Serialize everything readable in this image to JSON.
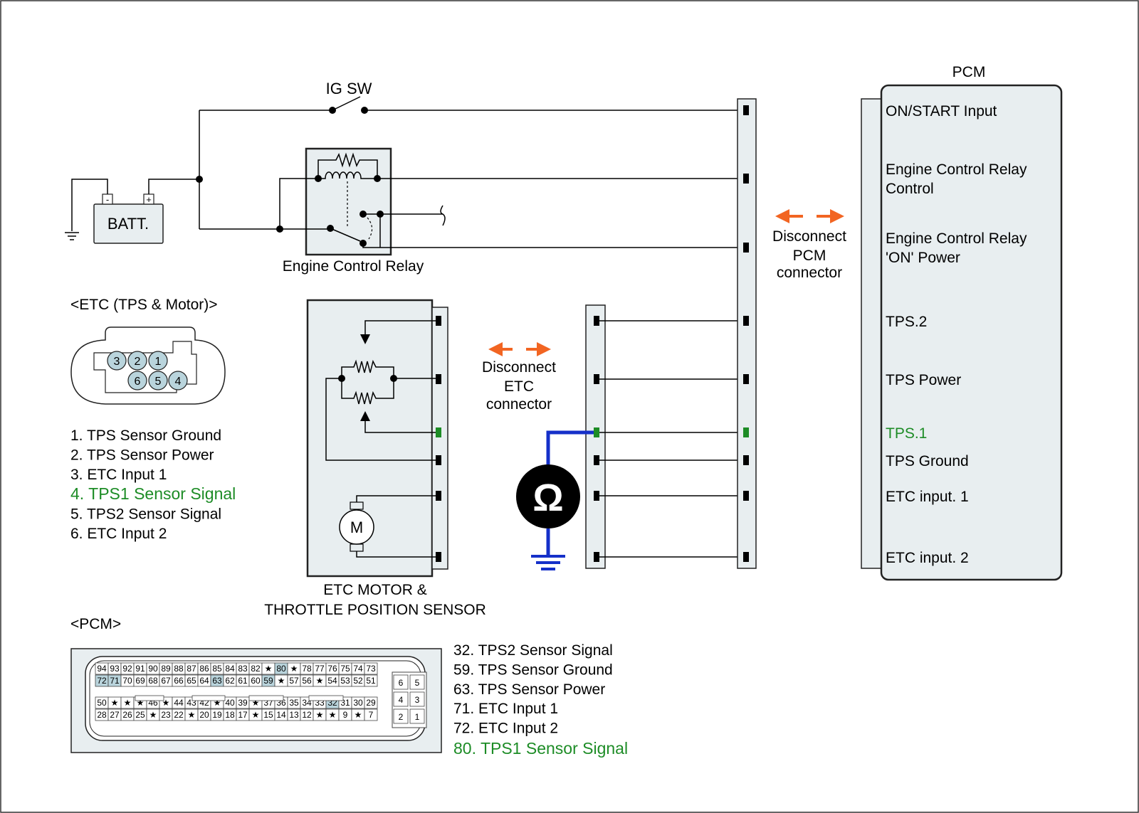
{
  "labels": {
    "ig_sw": "IG SW",
    "batt": "BATT.",
    "batt_minus": "-",
    "batt_plus": "+",
    "engine_control_relay": "Engine Control Relay",
    "pcm_title": "PCM",
    "etc_header": "<ETC (TPS & Motor)>",
    "etc_motor_line1": "ETC MOTOR &",
    "etc_motor_line2": "THROTTLE POSITION SENSOR",
    "motor_symbol": "M",
    "ohm_symbol": "Ω",
    "pcm_header": "<PCM>",
    "disconnect_pcm": [
      "Disconnect",
      "PCM",
      "connector"
    ],
    "disconnect_etc": [
      "Disconnect",
      "ETC",
      "connector"
    ]
  },
  "pcm_pins": [
    {
      "line1": "ON/START Input",
      "line2": "",
      "color": "#000000"
    },
    {
      "line1": "Engine Control Relay",
      "line2": "Control",
      "color": "#000000"
    },
    {
      "line1": "Engine Control Relay",
      "line2": "'ON' Power",
      "color": "#000000"
    },
    {
      "line1": "TPS.2",
      "line2": "",
      "color": "#000000"
    },
    {
      "line1": "TPS Power",
      "line2": "",
      "color": "#000000"
    },
    {
      "line1": "TPS.1",
      "line2": "",
      "color": "#1d8c26"
    },
    {
      "line1": "TPS Ground",
      "line2": "",
      "color": "#000000"
    },
    {
      "line1": "ETC input. 1",
      "line2": "",
      "color": "#000000"
    },
    {
      "line1": "ETC input. 2",
      "line2": "",
      "color": "#000000"
    }
  ],
  "etc_legend": [
    {
      "text": "1. TPS Sensor Ground",
      "color": "#000000"
    },
    {
      "text": "2. TPS Sensor Power",
      "color": "#000000"
    },
    {
      "text": "3. ETC Input 1",
      "color": "#000000"
    },
    {
      "text": "4. TPS1 Sensor Signal",
      "color": "#1d8c26"
    },
    {
      "text": "5. TPS2 Sensor Signal",
      "color": "#000000"
    },
    {
      "text": "6. ETC Input 2",
      "color": "#000000"
    }
  ],
  "pcm_legend": [
    {
      "text": "32. TPS2 Sensor Signal",
      "color": "#000000"
    },
    {
      "text": "59. TPS Sensor Ground",
      "color": "#000000"
    },
    {
      "text": "63. TPS Sensor Power",
      "color": "#000000"
    },
    {
      "text": "71. ETC Input 1",
      "color": "#000000"
    },
    {
      "text": "72. ETC Input 2",
      "color": "#000000"
    },
    {
      "text": "80. TPS1 Sensor Signal",
      "color": "#1d8c26"
    }
  ],
  "etc_connector_pins": [
    "3",
    "2",
    "1",
    "6",
    "5",
    "4"
  ],
  "pcm_connector_rows": [
    [
      "94",
      "93",
      "92",
      "91",
      "90",
      "89",
      "88",
      "87",
      "86",
      "85",
      "84",
      "83",
      "82",
      "★",
      "80",
      "★",
      "78",
      "77",
      "76",
      "75",
      "74",
      "73"
    ],
    [
      "72",
      "71",
      "70",
      "69",
      "68",
      "67",
      "66",
      "65",
      "64",
      "63",
      "62",
      "61",
      "60",
      "59",
      "★",
      "57",
      "56",
      "★",
      "54",
      "53",
      "52",
      "51"
    ],
    [
      "50",
      "★",
      "★",
      "★",
      "46",
      "★",
      "44",
      "43",
      "42",
      "★",
      "40",
      "39",
      "★",
      "37",
      "36",
      "35",
      "34",
      "33",
      "32",
      "31",
      "30",
      "29"
    ],
    [
      "28",
      "27",
      "26",
      "25",
      "★",
      "23",
      "22",
      "★",
      "20",
      "19",
      "18",
      "17",
      "★",
      "15",
      "14",
      "13",
      "12",
      "★",
      "★",
      "9",
      "★",
      "7"
    ]
  ],
  "pcm_connector_highlight": [
    "80",
    "72",
    "71",
    "63",
    "59",
    "32"
  ],
  "pcm_connector_small": [
    "6",
    "5",
    "4",
    "3",
    "2",
    "1"
  ],
  "colors": {
    "highlight_green": "#1d8c26",
    "arrow_orange": "#f26522",
    "probe_blue": "#1530c9",
    "panel_fill": "#e8eef0",
    "pin_highlight_fill": "#b9d4dc"
  }
}
